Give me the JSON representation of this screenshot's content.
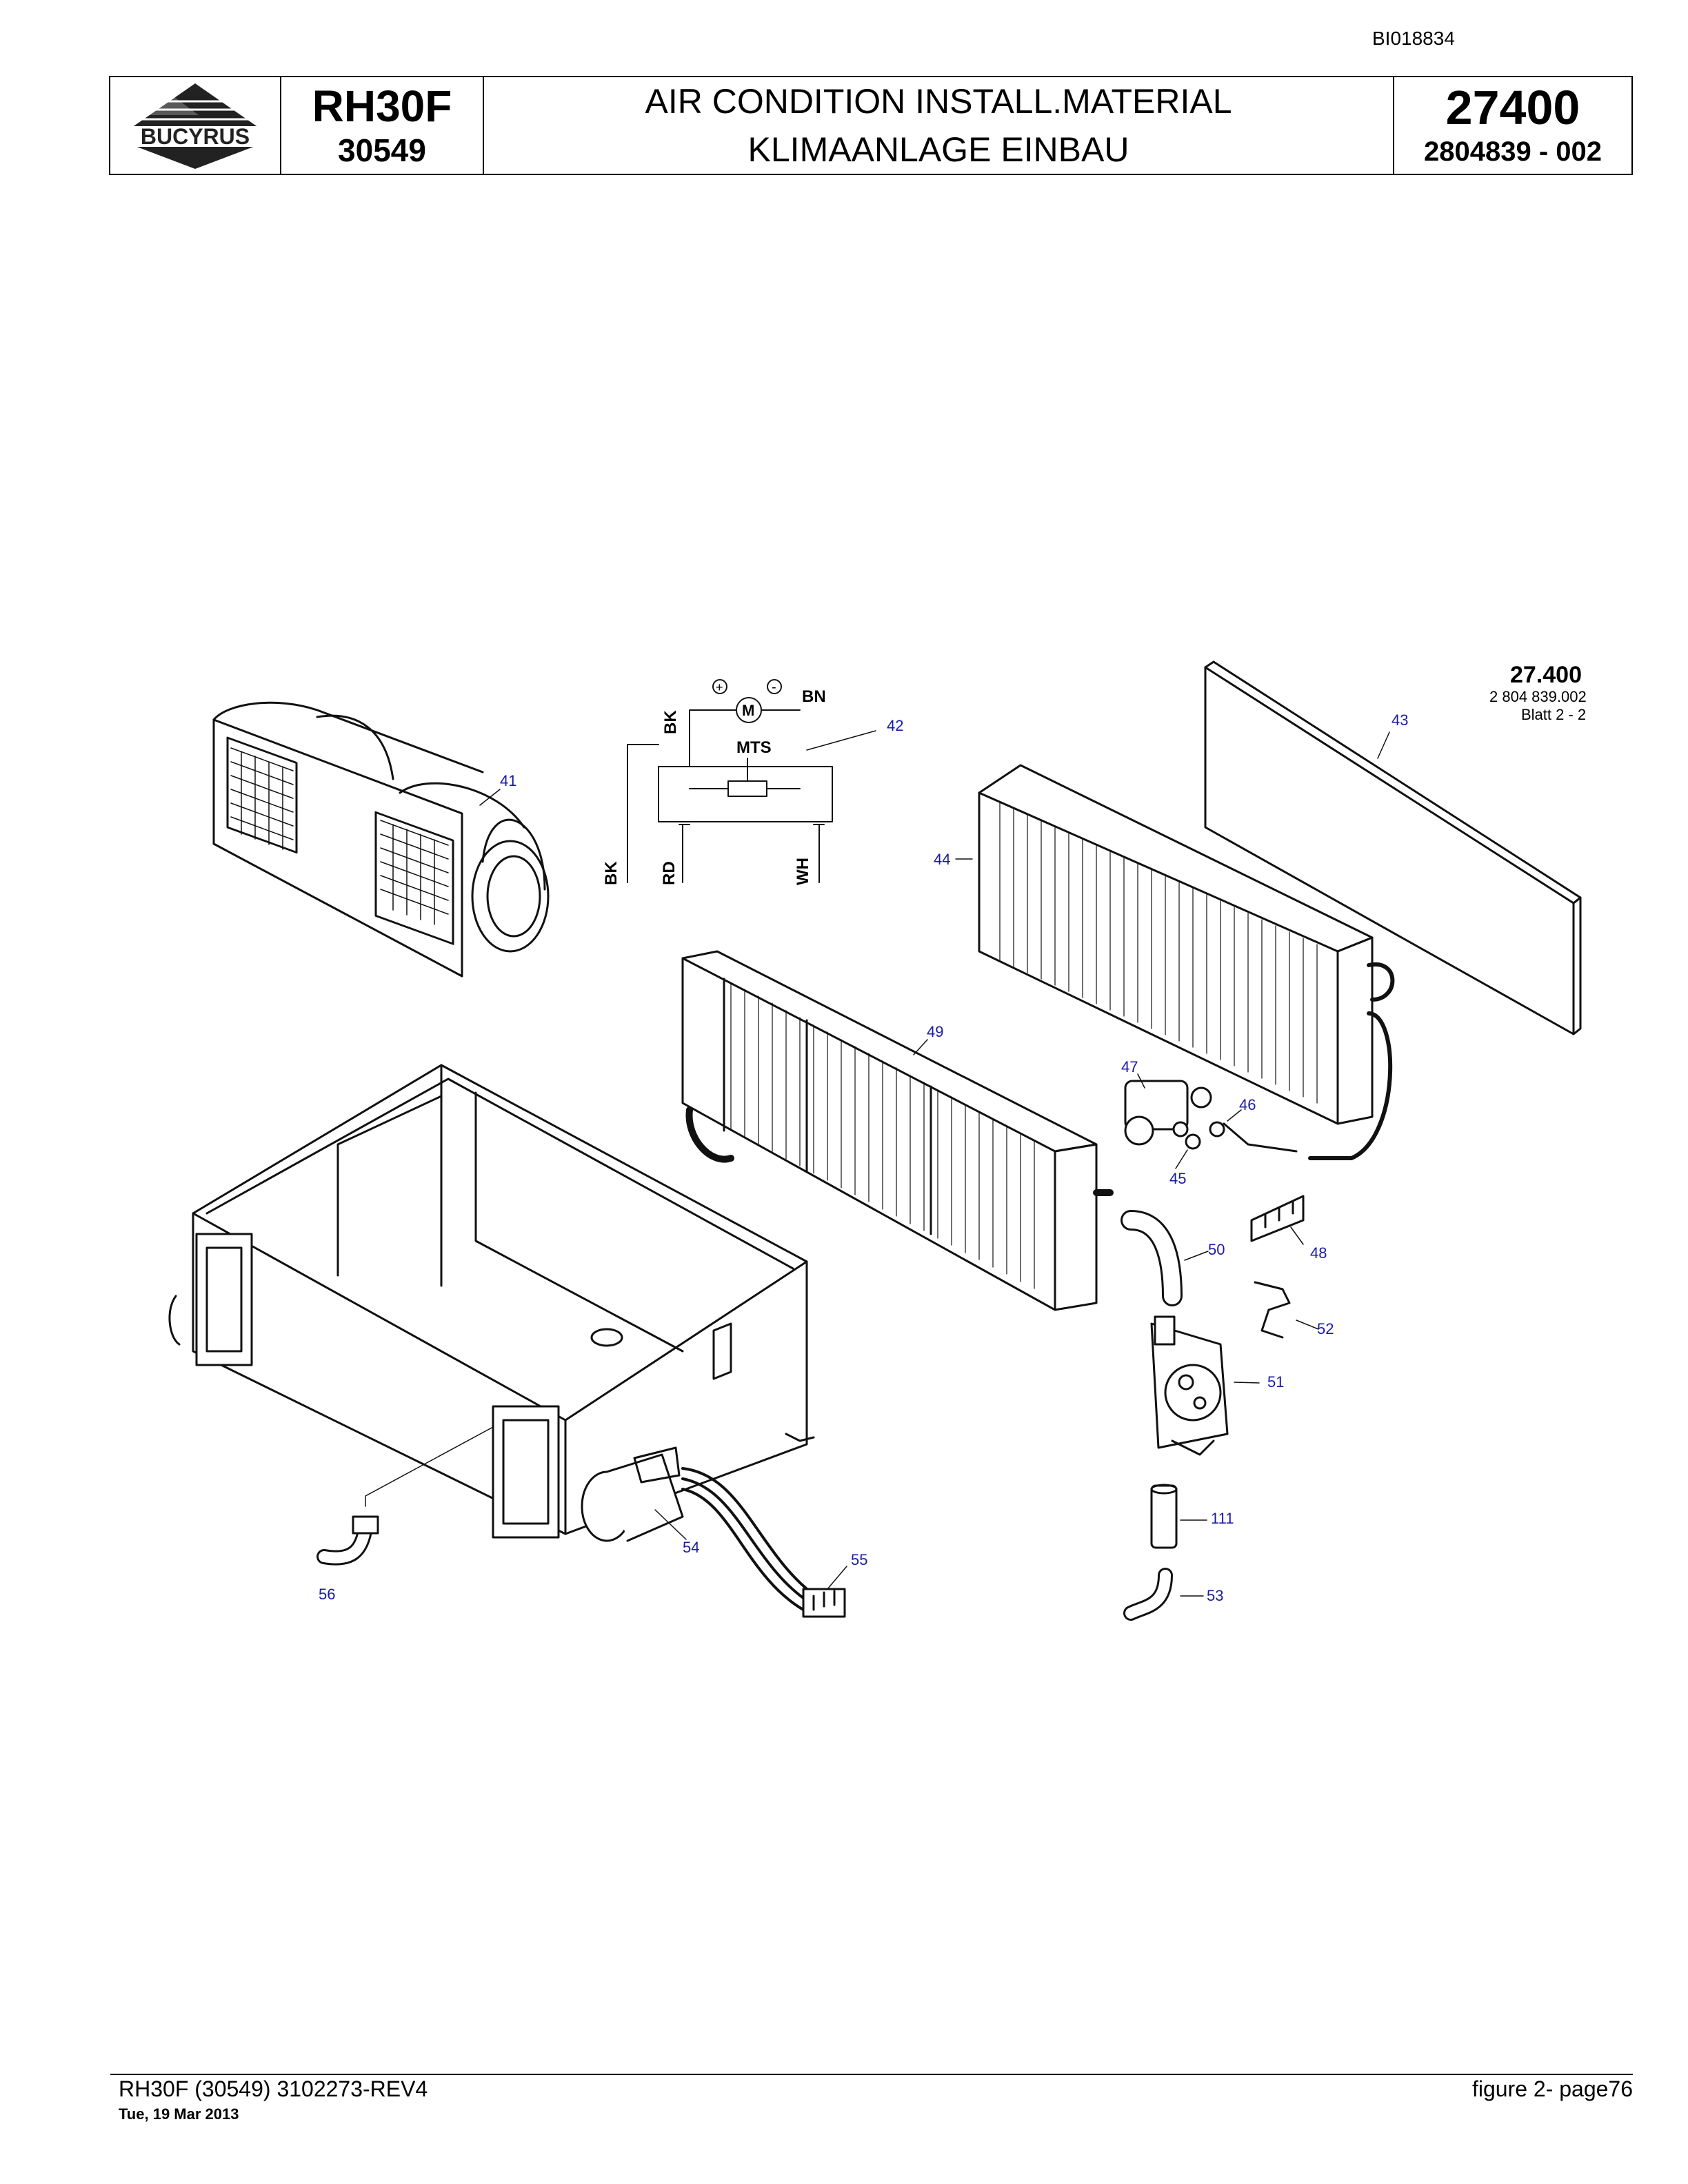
{
  "document_id": "BI018834",
  "header": {
    "logo_text": "BUCYRUS",
    "model": "RH30F",
    "serial": "30549",
    "title_en": "AIR CONDITION INSTALL.MATERIAL",
    "title_de": "KLIMAANLAGE EINBAU",
    "group_number": "27400",
    "part_number": "2804839  - 002"
  },
  "drawing": {
    "sheet_ref": "27.400",
    "sheet_part": "2 804 839.002",
    "sheet_page": "Blatt 2 - 2",
    "wiring": {
      "plus_sign": "+",
      "minus_sign": "-",
      "motor_label": "M",
      "wire_bn": "BN",
      "wire_bk_top": "BK",
      "switch_label": "MTS",
      "wire_bk": "BK",
      "wire_rd": "RD",
      "wire_wh": "WH"
    },
    "callouts": [
      "41",
      "42",
      "43",
      "44",
      "45",
      "46",
      "47",
      "48",
      "49",
      "50",
      "51",
      "52",
      "53",
      "54",
      "55",
      "56",
      "111"
    ],
    "callout_color": "#1a1aa8"
  },
  "footer": {
    "doc_line": "RH30F (30549) 3102273-REV4",
    "date": "Tue, 19 Mar 2013",
    "page": "figure  2- page76"
  }
}
